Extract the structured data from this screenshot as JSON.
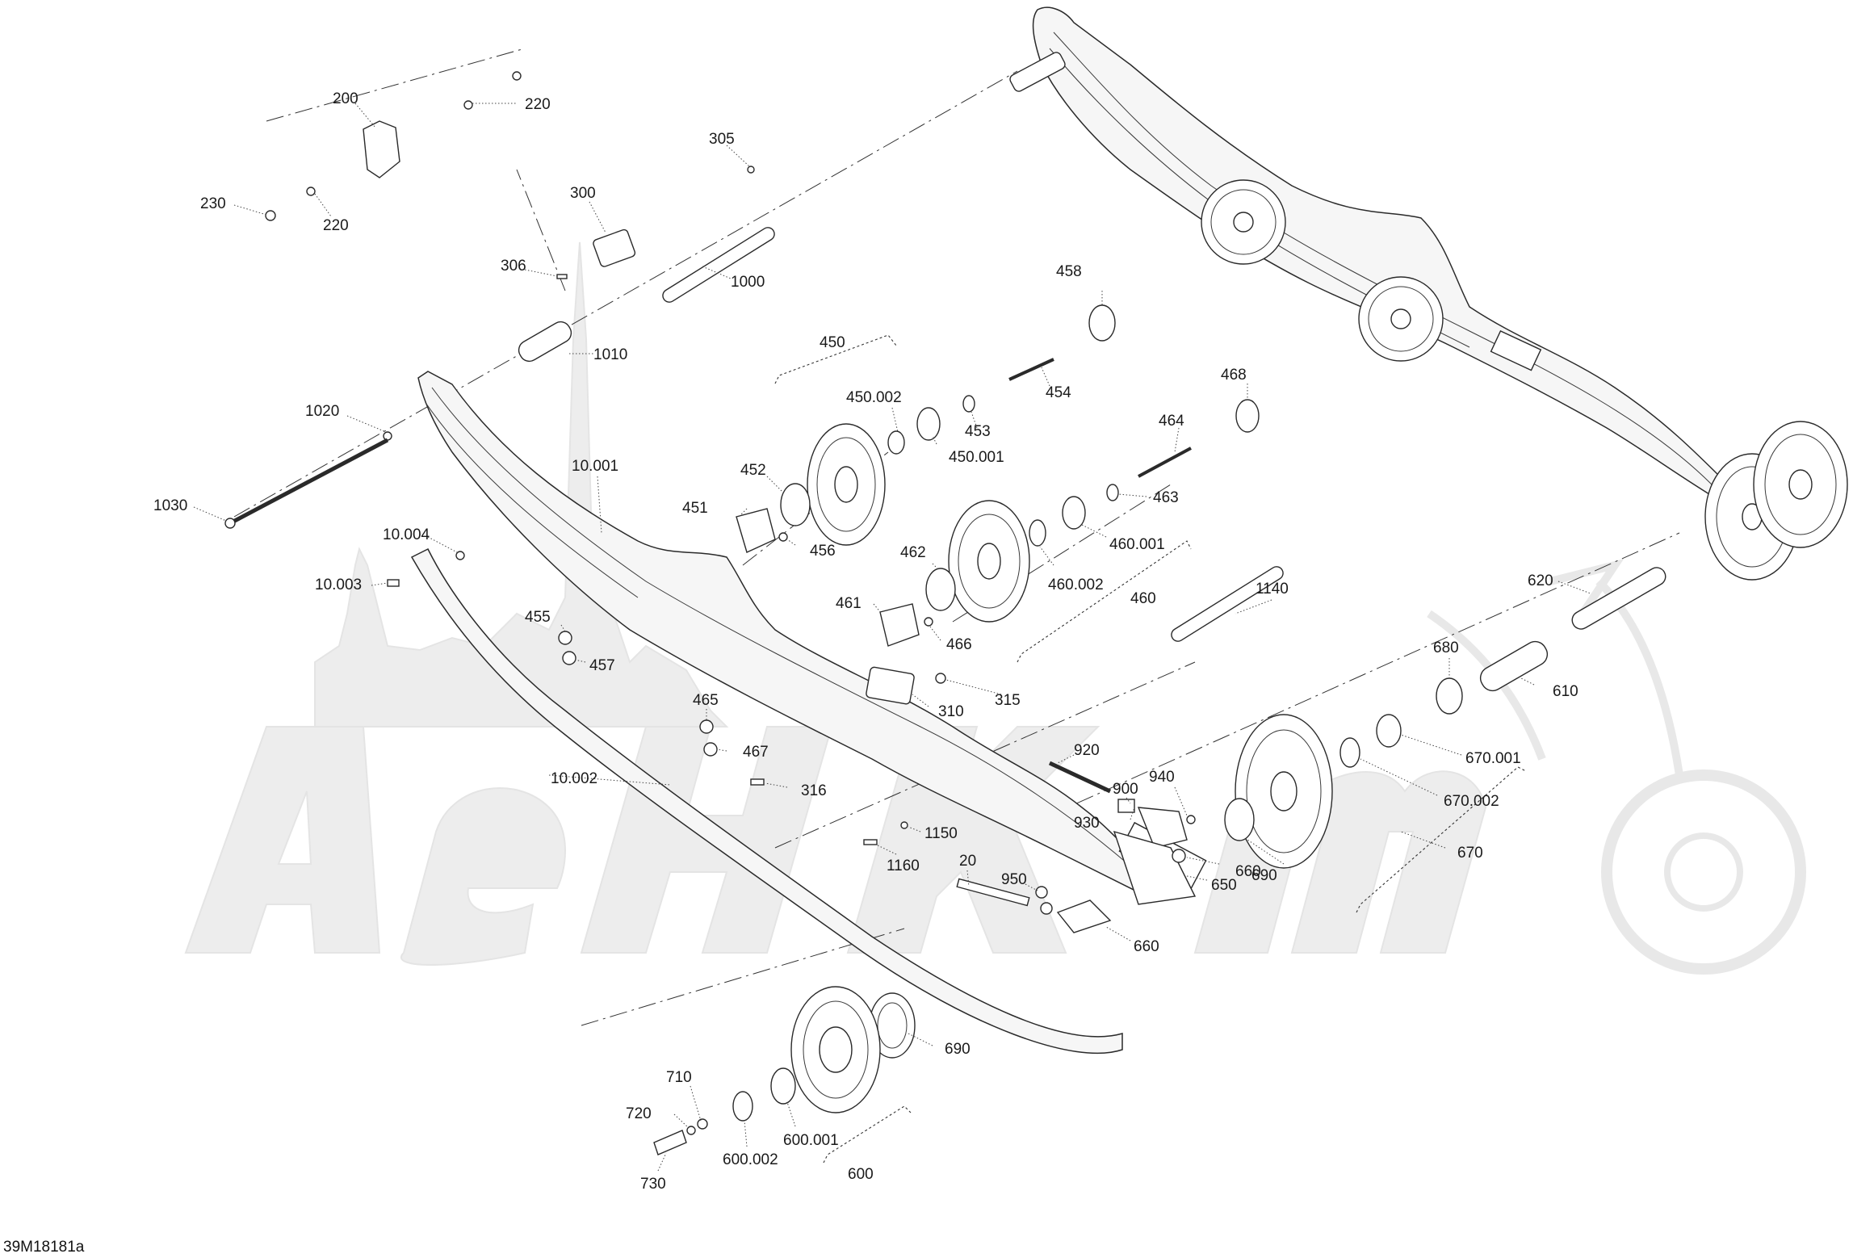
{
  "drawing_code": "39M18181a",
  "callouts": [
    {
      "id": "200",
      "text": "200"
    },
    {
      "id": "220a",
      "text": "220"
    },
    {
      "id": "230",
      "text": "230"
    },
    {
      "id": "220b",
      "text": "220"
    },
    {
      "id": "305",
      "text": "305"
    },
    {
      "id": "300",
      "text": "300"
    },
    {
      "id": "306",
      "text": "306"
    },
    {
      "id": "1000",
      "text": "1000"
    },
    {
      "id": "1010",
      "text": "1010"
    },
    {
      "id": "1020",
      "text": "1020"
    },
    {
      "id": "1030",
      "text": "1030"
    },
    {
      "id": "10.001",
      "text": "10.001"
    },
    {
      "id": "10.004",
      "text": "10.004"
    },
    {
      "id": "10.003",
      "text": "10.003"
    },
    {
      "id": "10.002",
      "text": "10.002"
    },
    {
      "id": "450",
      "text": "450"
    },
    {
      "id": "450.002",
      "text": "450.002"
    },
    {
      "id": "453",
      "text": "453"
    },
    {
      "id": "450.001",
      "text": "450.001"
    },
    {
      "id": "454",
      "text": "454"
    },
    {
      "id": "458",
      "text": "458"
    },
    {
      "id": "452",
      "text": "452"
    },
    {
      "id": "451",
      "text": "451"
    },
    {
      "id": "456",
      "text": "456"
    },
    {
      "id": "468",
      "text": "468"
    },
    {
      "id": "464",
      "text": "464"
    },
    {
      "id": "463",
      "text": "463"
    },
    {
      "id": "462",
      "text": "462"
    },
    {
      "id": "460.001",
      "text": "460.001"
    },
    {
      "id": "460.002",
      "text": "460.002"
    },
    {
      "id": "460",
      "text": "460"
    },
    {
      "id": "461",
      "text": "461"
    },
    {
      "id": "466",
      "text": "466"
    },
    {
      "id": "455",
      "text": "455"
    },
    {
      "id": "457",
      "text": "457"
    },
    {
      "id": "315",
      "text": "315"
    },
    {
      "id": "310",
      "text": "310"
    },
    {
      "id": "465",
      "text": "465"
    },
    {
      "id": "467",
      "text": "467"
    },
    {
      "id": "316",
      "text": "316"
    },
    {
      "id": "1140",
      "text": "1140"
    },
    {
      "id": "620",
      "text": "620"
    },
    {
      "id": "680",
      "text": "680"
    },
    {
      "id": "610",
      "text": "610"
    },
    {
      "id": "670.001",
      "text": "670.001"
    },
    {
      "id": "670.002",
      "text": "670.002"
    },
    {
      "id": "670",
      "text": "670"
    },
    {
      "id": "920",
      "text": "920"
    },
    {
      "id": "900",
      "text": "900"
    },
    {
      "id": "940",
      "text": "940"
    },
    {
      "id": "930",
      "text": "930"
    },
    {
      "id": "660a",
      "text": "660"
    },
    {
      "id": "650",
      "text": "650"
    },
    {
      "id": "690a",
      "text": "690"
    },
    {
      "id": "660b",
      "text": "660"
    },
    {
      "id": "950",
      "text": "950"
    },
    {
      "id": "20",
      "text": "20"
    },
    {
      "id": "1150",
      "text": "1150"
    },
    {
      "id": "1160",
      "text": "1160"
    },
    {
      "id": "690b",
      "text": "690"
    },
    {
      "id": "710",
      "text": "710"
    },
    {
      "id": "720",
      "text": "720"
    },
    {
      "id": "730",
      "text": "730"
    },
    {
      "id": "600.001",
      "text": "600.001"
    },
    {
      "id": "600.002",
      "text": "600.002"
    },
    {
      "id": "600",
      "text": "600"
    }
  ]
}
